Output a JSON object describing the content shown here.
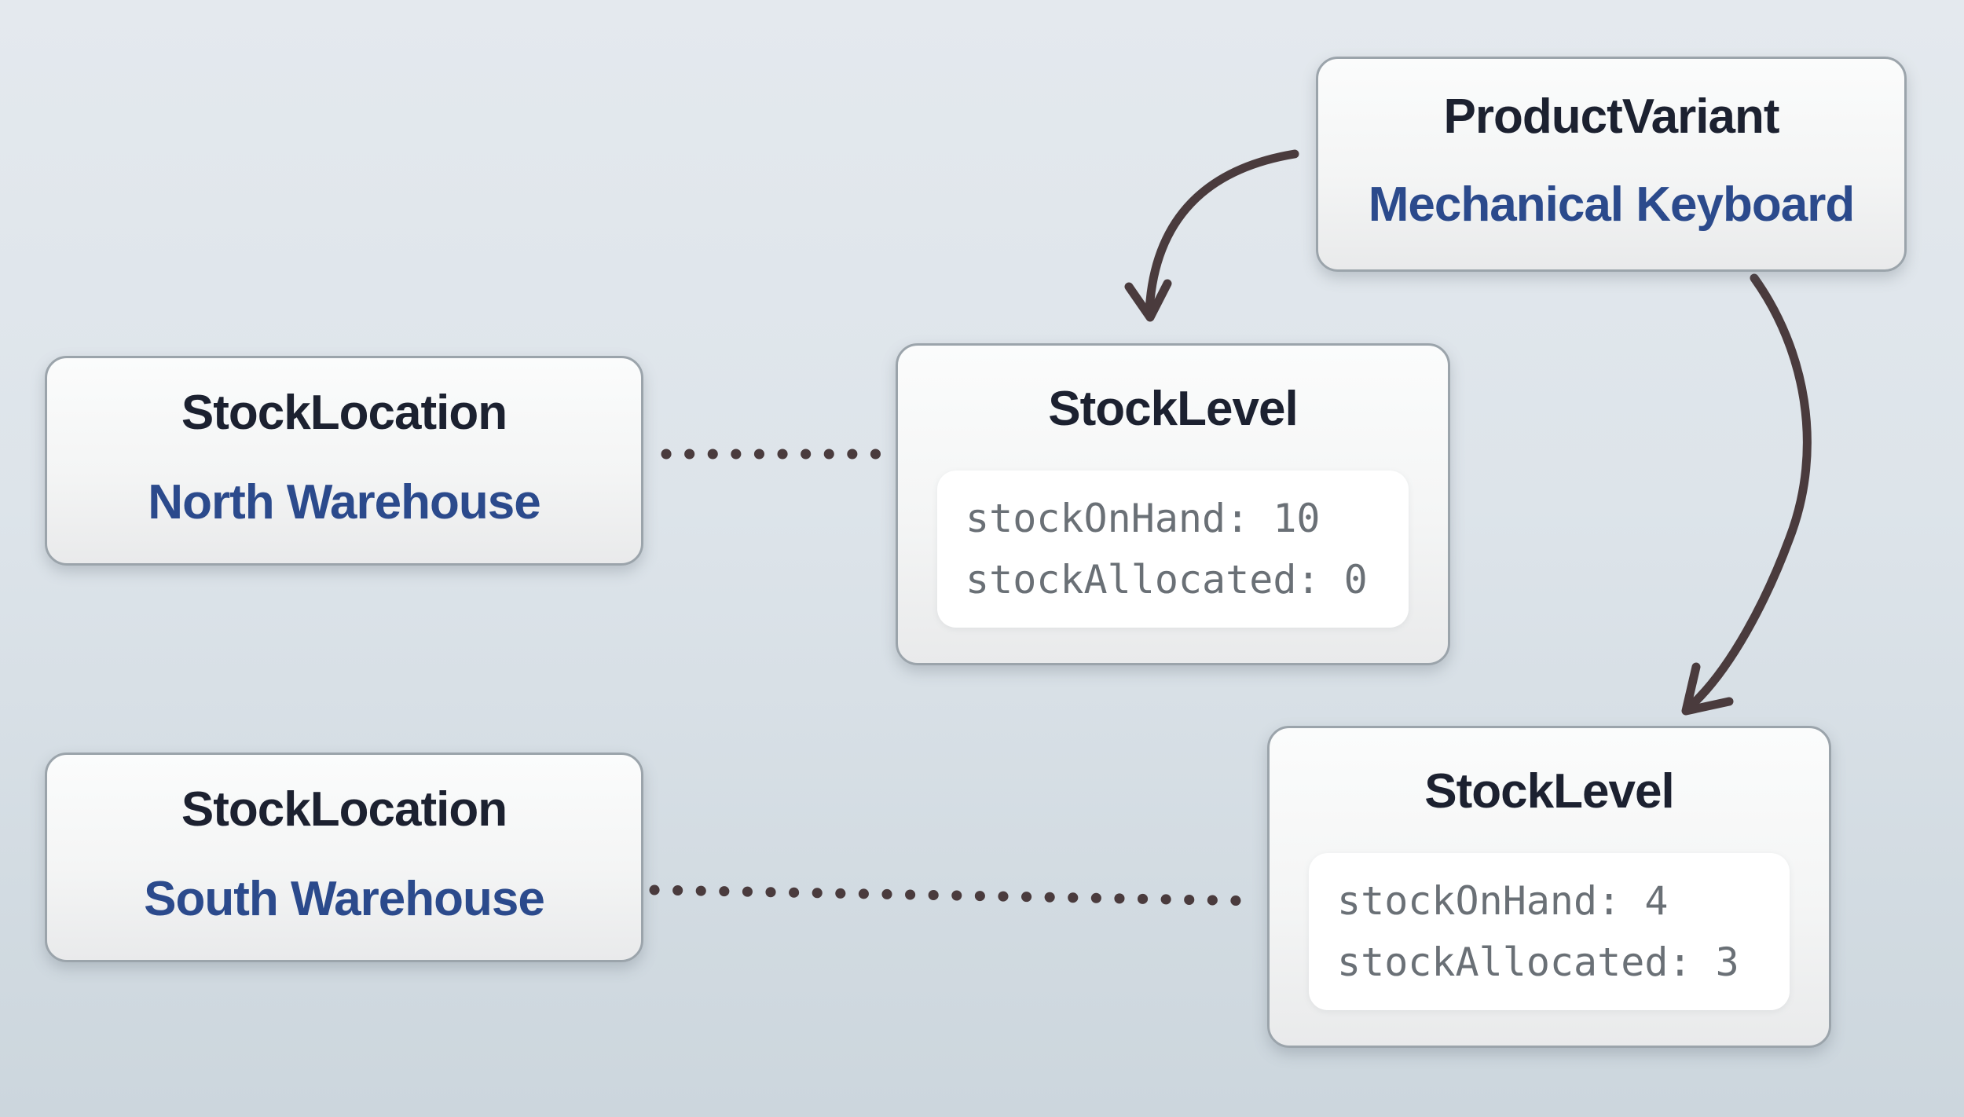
{
  "nodes": {
    "productVariant": {
      "title": "ProductVariant",
      "subtitle": "Mechanical Keyboard"
    },
    "stockLocationNorth": {
      "title": "StockLocation",
      "subtitle": "North Warehouse"
    },
    "stockLocationSouth": {
      "title": "StockLocation",
      "subtitle": "South Warehouse"
    },
    "stockLevelNorth": {
      "title": "StockLevel",
      "lines": [
        "stockOnHand: 10",
        "stockAllocated: 0"
      ]
    },
    "stockLevelSouth": {
      "title": "StockLevel",
      "lines": [
        "stockOnHand: 4",
        "stockAllocated: 3"
      ]
    }
  },
  "colors": {
    "entity_title": "#1c2130",
    "entity_name_blue": "#2b4a8c",
    "code_text": "#6a7076",
    "connector": "#4a3b3d",
    "box_border": "#9ba4ab",
    "background_top": "#e4e9ee",
    "background_bottom": "#ccd6dd"
  }
}
